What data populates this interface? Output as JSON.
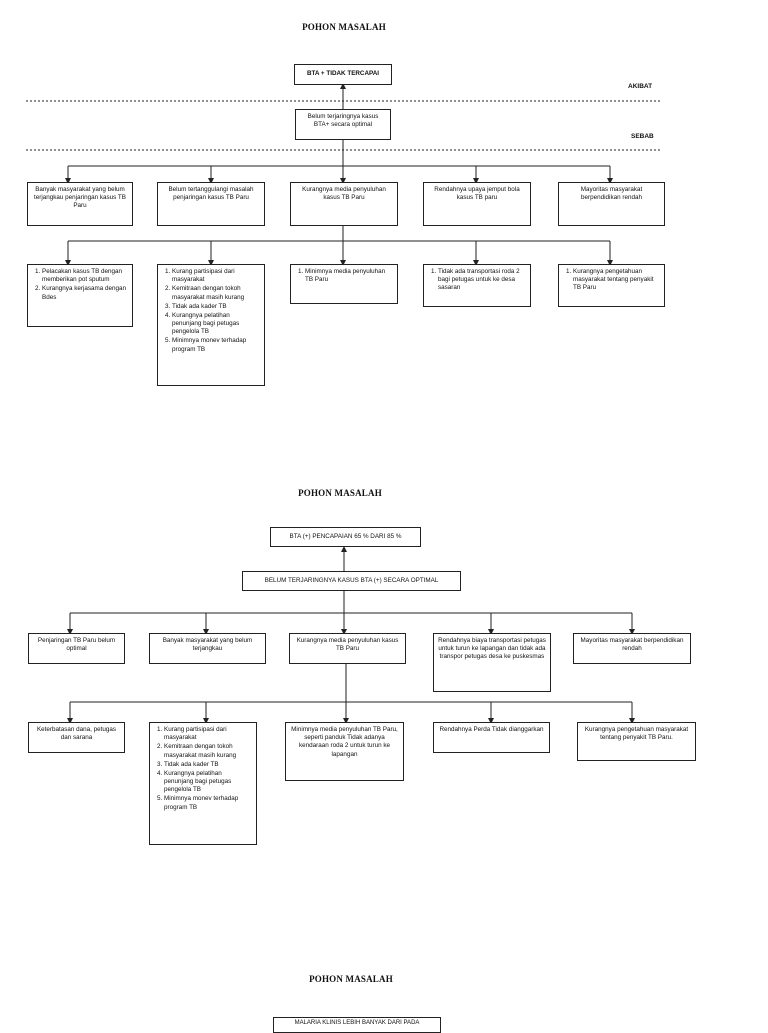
{
  "d1": {
    "title": "POHON MASALAH",
    "effect": "BTA + TIDAK  TERCAPAI",
    "label_akibat": "AKIBAT",
    "core": "Belum terjaringnya kasus BTA+ secara optimal",
    "label_sebab": "SEBAB",
    "causes": [
      "Banyak masyarakat yang belum terjangkau penjaringan kasus TB Paru",
      "Belum tertanggulangi masalah penjaringan kasus TB Paru",
      "Kurangnya media penyuluhan kasus TB Paru",
      "Rendahnya upaya jemput bola kasus TB paru",
      "Mayoritas masyarakat berpendidikan rendah"
    ],
    "sub0": [
      "Pelacakan kasus TB dengan memberikan pot sputum",
      "Kurangnya kerjasama dengan Bdes"
    ],
    "sub1": [
      "Kurang partisipasi dari masyarakat",
      "Kemitraan dengan tokoh masyarakat masih kurang",
      "Tidak ada kader TB",
      "Kurangnya pelatihan penunjang bagi petugas pengelola TB",
      "Minimnya monev terhadap program TB"
    ],
    "sub2": [
      "Minimnya media penyuluhan TB Paru"
    ],
    "sub3": [
      "Tidak ada transportasi roda 2 bagi petugas untuk ke desa sasaran"
    ],
    "sub4": [
      "Kurangnya pengetahuan masyarakat tentang penyakit TB Paru"
    ]
  },
  "d2": {
    "title": "POHON MASALAH",
    "effect": "BTA (+) PENCAPAIAN 65 % DARI 85 %",
    "core": "BELUM TERJARINGNYA KASUS BTA (+) SECARA OPTIMAL",
    "causes": [
      "Penjaringan TB Paru belum optimal",
      "Banyak masyarakat yang belum terjangkau",
      "Kurangnya media penyuluhan kasus TB Paru",
      "Rendahnya biaya transportasi petugas untuk turun ke lapangan dan tidak ada transpor petugas desa ke puskesmas",
      "Mayoritas masyarakat berpendidikan rendah"
    ],
    "sub0": "Keterbatasan dana, petugas dan sarana",
    "sub1": [
      "Kurang partisipasi dari masyarakat",
      "Kemitraan dengan tokoh masyarakat masih kurang",
      "Tidak ada kader TB",
      "Kurangnya pelatihan penunjang bagi petugas pengelola TB",
      "Minimnya monev terhadap program TB"
    ],
    "sub2": "Minimnya media penyuluhan TB Paru, seperti panduk Tidak adanya kendaraan roda 2 untuk turun ke lapangan",
    "sub3": "Rendahnya Perda Tidak dianggarkan",
    "sub4": "Kurangnya pengetahuan masyarakat tentang penyakit TB Paru."
  },
  "d3": {
    "title": "POHON MASALAH",
    "effect": "MALARIA KLINIS LEBIH BANYAK DARI PADA"
  }
}
